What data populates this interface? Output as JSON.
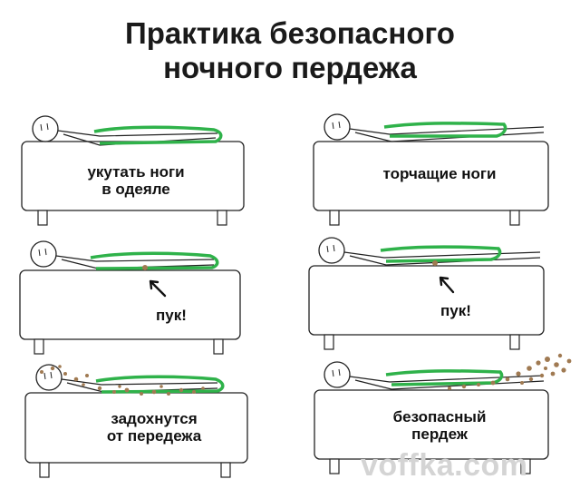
{
  "title": {
    "line1": "Практика безопасного",
    "line2": "ночного пердежа"
  },
  "panels": [
    {
      "caption_lines": [
        "укутать ноги",
        "в одеяле"
      ]
    },
    {
      "caption_lines": [
        "торчащие ноги"
      ]
    },
    {
      "caption_lines": [
        "пук!"
      ]
    },
    {
      "caption_lines": [
        "пук!"
      ]
    },
    {
      "caption_lines": [
        "задохнутся",
        "от передежа"
      ]
    },
    {
      "caption_lines": [
        "безопасный",
        "пердеж"
      ]
    }
  ],
  "watermark": "voffka.com",
  "colors": {
    "blanket": "#2fb24a",
    "fart": "#a07a52",
    "line": "#222222"
  }
}
